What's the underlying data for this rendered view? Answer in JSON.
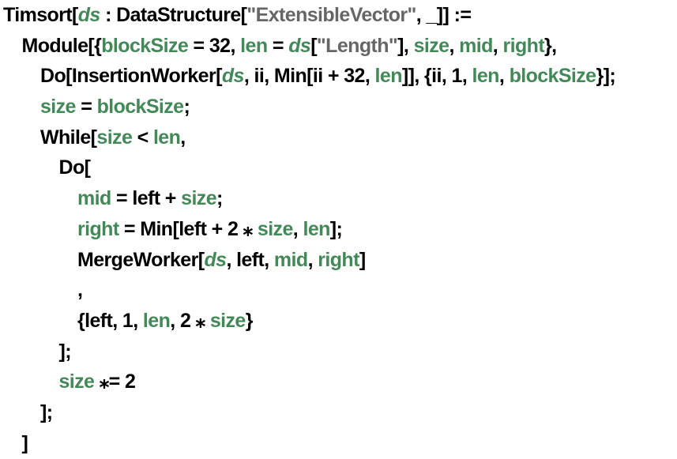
{
  "code": {
    "lines": [
      {
        "indent": 0,
        "tokens": [
          {
            "text": "Timsort[",
            "kind": "plain"
          },
          {
            "text": "ds",
            "kind": "arg"
          },
          {
            "text": " : DataStructure[",
            "kind": "plain"
          },
          {
            "text": "\"ExtensibleVector\"",
            "kind": "str"
          },
          {
            "text": ", _]] :=",
            "kind": "plain"
          }
        ]
      },
      {
        "indent": 1,
        "tokens": [
          {
            "text": "Module[{",
            "kind": "plain"
          },
          {
            "text": "blockSize",
            "kind": "local"
          },
          {
            "text": " = 32, ",
            "kind": "plain"
          },
          {
            "text": "len",
            "kind": "local"
          },
          {
            "text": " = ",
            "kind": "plain"
          },
          {
            "text": "ds",
            "kind": "arg"
          },
          {
            "text": "[",
            "kind": "plain"
          },
          {
            "text": "\"Length\"",
            "kind": "str"
          },
          {
            "text": "], ",
            "kind": "plain"
          },
          {
            "text": "size",
            "kind": "local"
          },
          {
            "text": ", ",
            "kind": "plain"
          },
          {
            "text": "mid",
            "kind": "local"
          },
          {
            "text": ", ",
            "kind": "plain"
          },
          {
            "text": "right",
            "kind": "local"
          },
          {
            "text": "},",
            "kind": "plain"
          }
        ]
      },
      {
        "indent": 2,
        "tokens": [
          {
            "text": "Do[InsertionWorker[",
            "kind": "plain"
          },
          {
            "text": "ds",
            "kind": "arg"
          },
          {
            "text": ", ii, Min[ii + 32, ",
            "kind": "plain"
          },
          {
            "text": "len",
            "kind": "local"
          },
          {
            "text": "]], {ii, 1, ",
            "kind": "plain"
          },
          {
            "text": "len",
            "kind": "local"
          },
          {
            "text": ", ",
            "kind": "plain"
          },
          {
            "text": "blockSize",
            "kind": "local"
          },
          {
            "text": "}];",
            "kind": "plain"
          }
        ]
      },
      {
        "indent": 2,
        "tokens": [
          {
            "text": "size",
            "kind": "local"
          },
          {
            "text": " = ",
            "kind": "plain"
          },
          {
            "text": "blockSize",
            "kind": "local"
          },
          {
            "text": ";",
            "kind": "plain"
          }
        ]
      },
      {
        "indent": 2,
        "tokens": [
          {
            "text": "While[",
            "kind": "plain"
          },
          {
            "text": "size",
            "kind": "local"
          },
          {
            "text": " < ",
            "kind": "plain"
          },
          {
            "text": "len",
            "kind": "local"
          },
          {
            "text": ",",
            "kind": "plain"
          }
        ]
      },
      {
        "indent": 3,
        "tokens": [
          {
            "text": "Do[",
            "kind": "plain"
          }
        ]
      },
      {
        "indent": 4,
        "tokens": [
          {
            "text": "mid",
            "kind": "local"
          },
          {
            "text": " = left + ",
            "kind": "plain"
          },
          {
            "text": "size",
            "kind": "local"
          },
          {
            "text": ";",
            "kind": "plain"
          }
        ]
      },
      {
        "indent": 4,
        "tokens": [
          {
            "text": "right",
            "kind": "local"
          },
          {
            "text": " = Min[left + 2 ⁎ ",
            "kind": "plain"
          },
          {
            "text": "size",
            "kind": "local"
          },
          {
            "text": ", ",
            "kind": "plain"
          },
          {
            "text": "len",
            "kind": "local"
          },
          {
            "text": "];",
            "kind": "plain"
          }
        ]
      },
      {
        "indent": 4,
        "tokens": [
          {
            "text": "MergeWorker[",
            "kind": "plain"
          },
          {
            "text": "ds",
            "kind": "arg"
          },
          {
            "text": ", left, ",
            "kind": "plain"
          },
          {
            "text": "mid",
            "kind": "local"
          },
          {
            "text": ", ",
            "kind": "plain"
          },
          {
            "text": "right",
            "kind": "local"
          },
          {
            "text": "]",
            "kind": "plain"
          }
        ]
      },
      {
        "indent": 4,
        "tokens": [
          {
            "text": ",",
            "kind": "plain"
          }
        ]
      },
      {
        "indent": 4,
        "tokens": [
          {
            "text": "{left, 1, ",
            "kind": "plain"
          },
          {
            "text": "len",
            "kind": "local"
          },
          {
            "text": ", 2 ⁎ ",
            "kind": "plain"
          },
          {
            "text": "size",
            "kind": "local"
          },
          {
            "text": "}",
            "kind": "plain"
          }
        ]
      },
      {
        "indent": 3,
        "tokens": [
          {
            "text": "];",
            "kind": "plain"
          }
        ]
      },
      {
        "indent": 3,
        "tokens": [
          {
            "text": "size",
            "kind": "local"
          },
          {
            "text": " ⁎= 2",
            "kind": "plain"
          }
        ]
      },
      {
        "indent": 2,
        "tokens": [
          {
            "text": "];",
            "kind": "plain"
          }
        ]
      },
      {
        "indent": 1,
        "tokens": [
          {
            "text": "]",
            "kind": "plain"
          }
        ]
      }
    ]
  }
}
